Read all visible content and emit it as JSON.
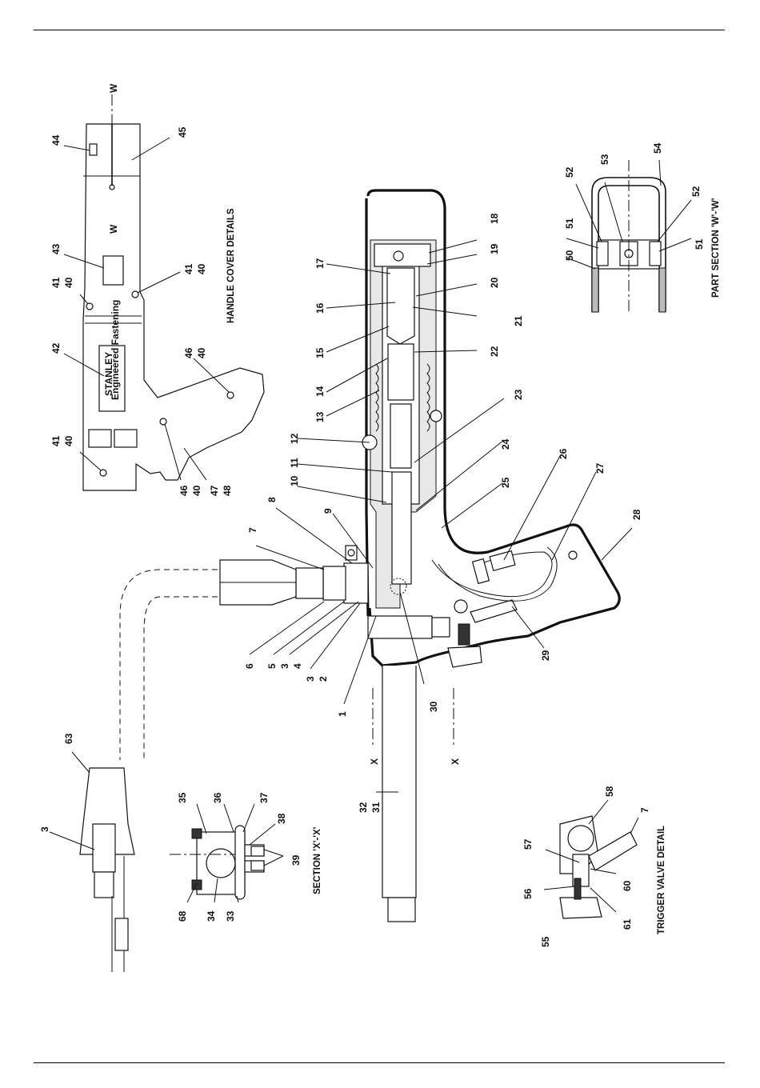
{
  "captions": {
    "handle_cover": "HANDLE COVER DETAILS",
    "part_section": "PART SECTION 'W'-'W'",
    "section_x": "SECTION 'X'-'X'",
    "trigger_valve": "TRIGGER VALVE DETAIL"
  },
  "section_marks": {
    "w": "W",
    "x": "X"
  },
  "brand": {
    "name": "STANLEY",
    "tagline": "Engineered Fastening"
  },
  "callouts": {
    "c1": "1",
    "c2": "2",
    "c3": "3",
    "c4": "4",
    "c5": "5",
    "c6": "6",
    "c7": "7",
    "c8": "8",
    "c9": "9",
    "c10": "10",
    "c11": "11",
    "c12": "12",
    "c13": "13",
    "c14": "14",
    "c15": "15",
    "c16": "16",
    "c17": "17",
    "c18": "18",
    "c19": "19",
    "c20": "20",
    "c21": "21",
    "c22": "22",
    "c23": "23",
    "c24": "24",
    "c25": "25",
    "c26": "26",
    "c27": "27",
    "c28": "28",
    "c29": "29",
    "c30": "30",
    "c31": "31",
    "c32": "32",
    "c33": "33",
    "c34": "34",
    "c35": "35",
    "c36": "36",
    "c37": "37",
    "c38": "38",
    "c39": "39",
    "c40": "40",
    "c41": "41",
    "c42": "42",
    "c43": "43",
    "c44": "44",
    "c45": "45",
    "c46": "46",
    "c47": "47",
    "c48": "48",
    "c50": "50",
    "c51": "51",
    "c52": "52",
    "c53": "53",
    "c54": "54",
    "c55": "55",
    "c56": "56",
    "c57": "57",
    "c58": "58",
    "c60": "60",
    "c61": "61",
    "c63": "63",
    "c68": "68"
  }
}
